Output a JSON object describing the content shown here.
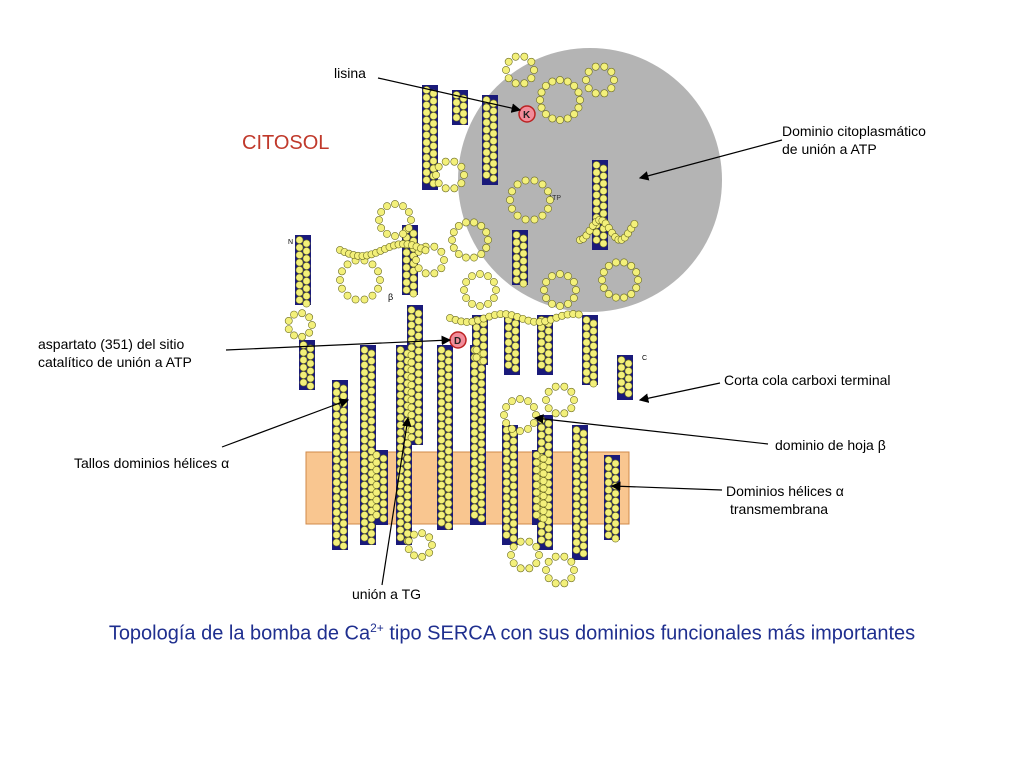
{
  "region_label": "CITOSOL",
  "atp_label": "ATP",
  "beta_symbol": "β",
  "n_terminus": "N",
  "c_terminus": "C",
  "residue_K": "K",
  "residue_D": "D",
  "labels": {
    "lysine": "lisina",
    "cyto_domain_line1": "Dominio citoplasmático",
    "cyto_domain_line2": "de unión a ATP",
    "aspartate_line1": "aspartato (351) del sitio",
    "aspartate_line2": "catalítico de unión a ATP",
    "carboxy_tail": "Corta cola carboxi terminal",
    "beta_sheet_text": "dominio de hoja",
    "beta_sheet_symbol": "β",
    "stalk_text": "Tallos dominios hélices",
    "stalk_symbol": "α",
    "tm_line1_text": "Dominios hélices",
    "tm_line1_symbol": "α",
    "tm_line2": "transmembrana",
    "tg_binding": "unión a TG"
  },
  "caption": {
    "before": "Topología de la bomba de Ca",
    "superscript": "2+",
    "after": " tipo SERCA con sus dominios funcionales más importantes"
  },
  "colors": {
    "membrane": "#f9c690",
    "cyto_domain": "#b4b4b4",
    "helix_box": "#1a1a7a",
    "residue": "#f3f07a",
    "region_label": "#c0392b",
    "caption": "#1f2f8f"
  }
}
